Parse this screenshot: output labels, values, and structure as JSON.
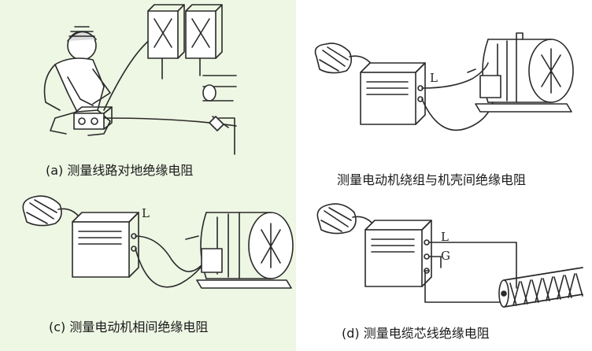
{
  "captions": {
    "a": "(a) 测量线路对地绝缘电阻",
    "b": "测量电动机绕组与机壳间绝缘电阻",
    "c": "(c) 测量电动机相间绝缘电阻",
    "d": "(d) 测量电缆芯线绝缘电阻"
  },
  "terminals": {
    "b_L": "L",
    "c_L": "L",
    "d_L": "L",
    "d_G": "G"
  },
  "colors": {
    "panel_tint": "#eef6e4",
    "line": "#2a2a2a"
  }
}
